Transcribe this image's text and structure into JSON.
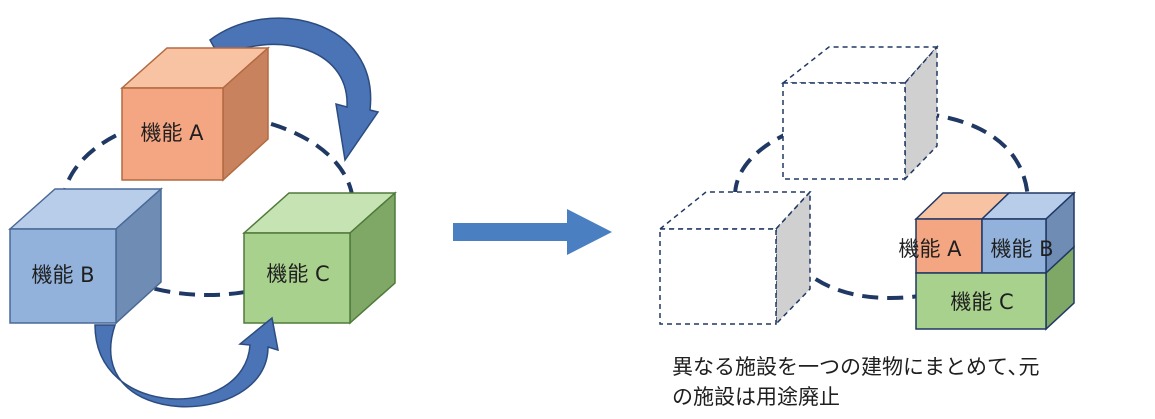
{
  "left_group": {
    "box_a": {
      "label": "機能 A",
      "colors": {
        "front": "#f4a582",
        "top": "#f8c3a3",
        "side": "#c8835e",
        "stroke": "#b36a40"
      }
    },
    "box_b": {
      "label": "機能 B",
      "colors": {
        "front": "#93b2db",
        "top": "#b7cdea",
        "side": "#6f8cb5",
        "stroke": "#4a6a96"
      }
    },
    "box_c": {
      "label": "機能  C",
      "colors": {
        "front": "#a9d18e",
        "top": "#c6e3b3",
        "side": "#7fa866",
        "stroke": "#4f7a3a"
      }
    },
    "arrow_color": "#4a74b5",
    "ring_color": "#203864"
  },
  "transition_arrow_color": "#4a7fc1",
  "right_group": {
    "stack": {
      "label_a": "機能 A",
      "label_b": "機能 B",
      "label_c": "機能  C"
    },
    "empty_box_style": "dashed"
  },
  "caption": {
    "line1": "異なる施設を一つの建物にまとめて､元",
    "line2": "の施設は用途廃止"
  }
}
